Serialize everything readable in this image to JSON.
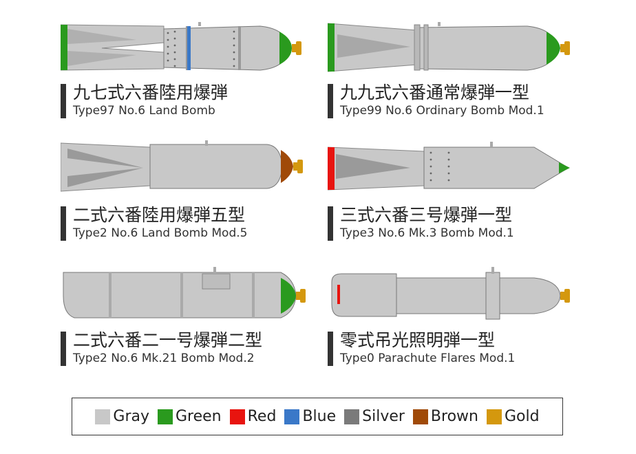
{
  "colors": {
    "Gray": "#c8c8c8",
    "Green": "#2a9a1e",
    "Red": "#e8140f",
    "Blue": "#3a78c8",
    "Silver": "#7a7a7a",
    "Brown": "#a04a08",
    "Gold": "#d4980e"
  },
  "bombs": [
    {
      "title_jp": "九七式六番陸用爆弾",
      "title_en": "Type97 No.6 Land Bomb"
    },
    {
      "title_jp": "九九式六番通常爆弾一型",
      "title_en": "Type99 No.6 Ordinary Bomb Mod.1"
    },
    {
      "title_jp": "二式六番陸用爆弾五型",
      "title_en": "Type2 No.6 Land Bomb Mod.5"
    },
    {
      "title_jp": "三式六番三号爆弾一型",
      "title_en": "Type3 No.6 Mk.3 Bomb Mod.1"
    },
    {
      "title_jp": "二式六番二一号爆弾二型",
      "title_en": "Type2 No.6 Mk.21 Bomb Mod.2"
    },
    {
      "title_jp": "零式吊光照明弾一型",
      "title_en": "Type0 Parachute Flares Mod.1"
    }
  ],
  "legend": [
    {
      "label": "Gray",
      "color": "#c8c8c8"
    },
    {
      "label": "Green",
      "color": "#2a9a1e"
    },
    {
      "label": "Red",
      "color": "#e8140f"
    },
    {
      "label": "Blue",
      "color": "#3a78c8"
    },
    {
      "label": "Silver",
      "color": "#7a7a7a"
    },
    {
      "label": "Brown",
      "color": "#a04a08"
    },
    {
      "label": "Gold",
      "color": "#d4980e"
    }
  ]
}
